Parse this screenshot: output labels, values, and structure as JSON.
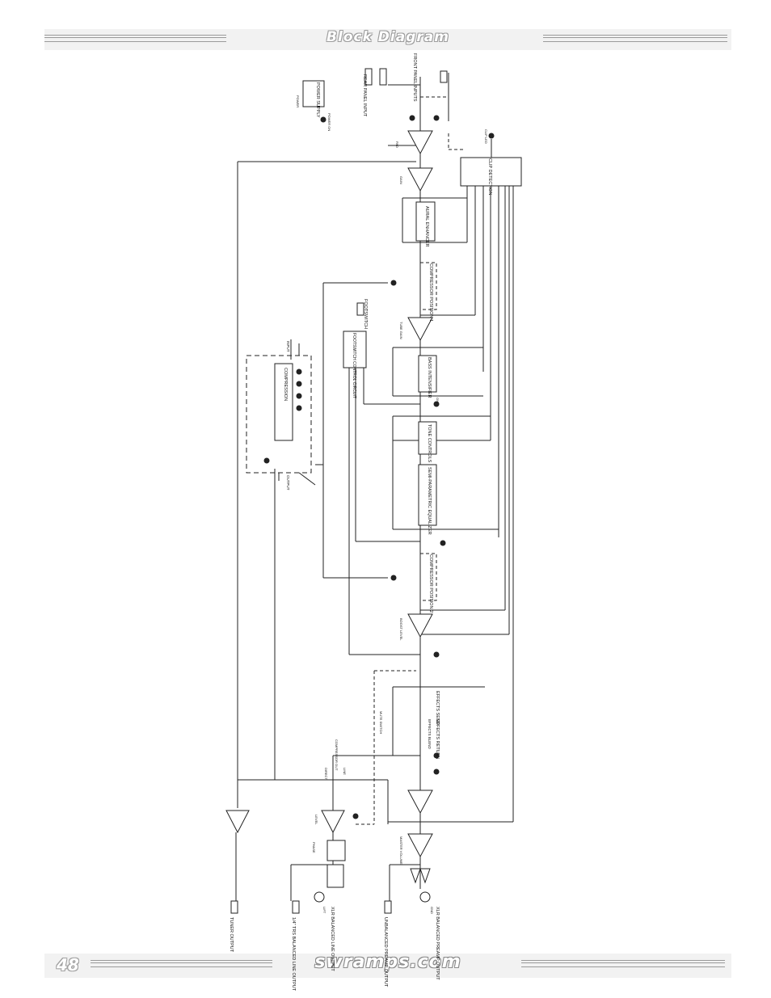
{
  "header": {
    "title": "Block Diagram"
  },
  "footer": {
    "page_number": "48",
    "website": "swramps.com"
  },
  "labels": {
    "rear_panel_input": "REAR PANEL INPUT",
    "front_panel_inputs": "FRONT PANEL INPUTS",
    "power_supply": "POWER SUPPLY",
    "power": "POWER",
    "power_on": "POWER ON",
    "clip_detection": "CLIP DETECTION",
    "gain": "GAIN",
    "aural_enhancer": "AURAL ENHANCER",
    "comp_position_1": "COMPRESSOR POSITION 1",
    "tube_gain": "TUBE GAIN",
    "footswitch": "FOOTSWITCH",
    "footswitch_control": "FOOTSWITCH CONTROL CIRCUIT",
    "bass_intensifier": "BASS INTENSIFIER",
    "tone_controls": "TONE CONTROLS",
    "parametric_eq": "SEMI-PARAMETRIC EQUALIZER",
    "comp_position_2": "COMPRESSOR POSITION 2",
    "compression": "COMPRESSION",
    "input": "INPUT",
    "output": "OUTPUT",
    "boost_level": "BOOST LEVEL",
    "effects_send": "EFFECTS SEND",
    "effects_return": "EFFECTS RETURN",
    "effects_blend": "EFFECTS BLEND",
    "level": "LEVEL",
    "phase": "PHASE",
    "master_volume": "MASTER VOLUME",
    "tuner_output": "TUNER OUTPUT",
    "trs_line_output": "1/4\" TRS BALANCED LINE OUTPUT",
    "xlr_line_output": "XLR BALANCED LINE OUTPUT",
    "unbalanced_preamp_output": "UNBALANCED PREAMP OUTPUT",
    "xlr_preamp_output": "XLR BALANCED PREAMP OUTPUT",
    "compressor_out": "COMPRESSOR OUT",
    "mute_switch": "MUTE SWITCH",
    "direct": "DIRECT",
    "line": "LINE",
    "pad": "PAD",
    "on": "ON",
    "lift": "LIFT",
    "gnd": "GND",
    "clip_led": "CLIP LED"
  }
}
